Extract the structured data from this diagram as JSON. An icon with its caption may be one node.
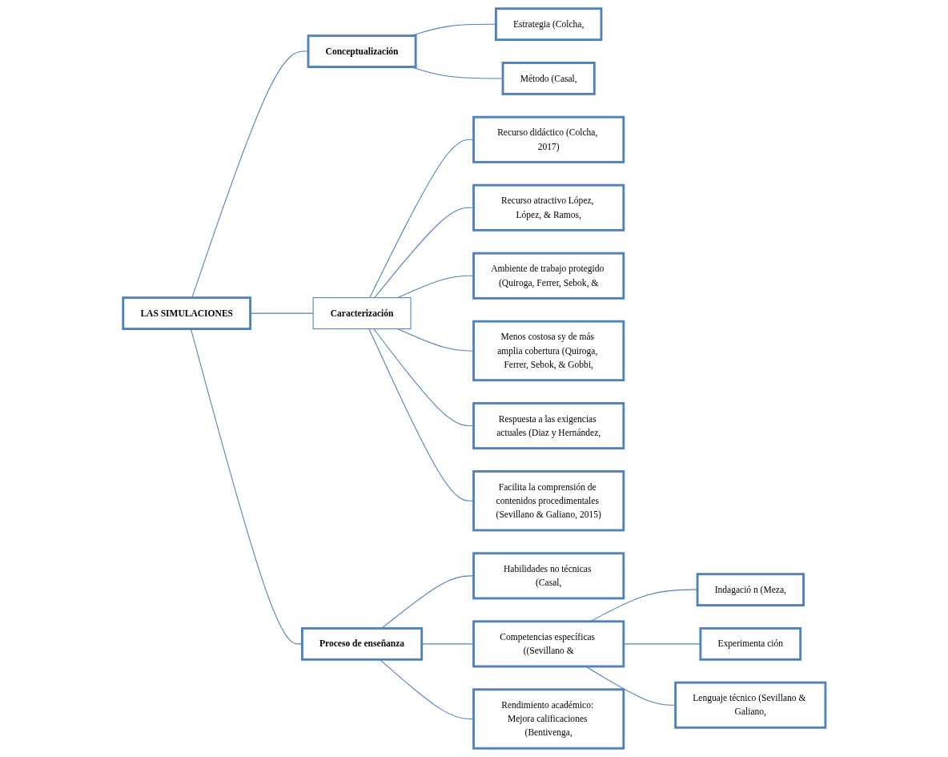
{
  "diagram": {
    "nodes": [
      {
        "text": [
          "LAS SIMULACIONES"
        ]
      },
      {
        "text": [
          "Conceptualización"
        ]
      },
      {
        "text": [
          "Caracterización"
        ]
      },
      {
        "text": [
          "Proceso de enseñanza"
        ]
      },
      {
        "text": [
          "Estrategia (Colcha,"
        ]
      },
      {
        "text": [
          "Método (Casal,"
        ]
      },
      {
        "text": [
          "Recurso didáctico (Colcha, 2017)"
        ]
      },
      {
        "text": [
          "Recurso atractivo López, López, & Ramos,"
        ]
      },
      {
        "text": [
          "Ambiente de trabajo protegido (Quiroga, Ferrer, Sebok, &"
        ]
      },
      {
        "text": [
          "Menos costosa sy de más amplia cobertura (Quiroga, Ferrer, Sebok, & Gobbi,"
        ]
      },
      {
        "text": [
          "Respuesta a las exigencias actuales (Diaz y Hernández,"
        ]
      },
      {
        "text": [
          "Facilita la comprensión de contenidos procedimentales (Sevillano & Galiano, 2015)"
        ]
      },
      {
        "text": [
          "Habilidades no técnicas (Casal,"
        ]
      },
      {
        "text": [
          "Competencias específicas ((Sevillano &"
        ]
      },
      {
        "text": [
          "Rendimiento académico: Mejora calificaciones (Bentivenga,"
        ]
      },
      {
        "text": [
          "Indagació n (Meza,"
        ]
      },
      {
        "text": [
          "Experimenta ción"
        ]
      },
      {
        "text": [
          "Lenguaje técnico (Sevillano & Galiano,"
        ]
      }
    ],
    "edges": [
      {
        "from": 0,
        "to": 1,
        "arrow": "none"
      },
      {
        "from": 0,
        "to": 2,
        "arrow": "none"
      },
      {
        "from": 0,
        "to": 3,
        "arrow": "none"
      },
      {
        "from": 1,
        "to": 4,
        "arrow": "none"
      },
      {
        "from": 1,
        "to": 5,
        "arrow": "none"
      },
      {
        "from": 2,
        "to": 6,
        "arrow": "none"
      },
      {
        "from": 2,
        "to": 7,
        "arrow": "none"
      },
      {
        "from": 2,
        "to": 8,
        "arrow": "none"
      },
      {
        "from": 2,
        "to": 9,
        "arrow": "none"
      },
      {
        "from": 2,
        "to": 10,
        "arrow": "none"
      },
      {
        "from": 2,
        "to": 11,
        "arrow": "none"
      },
      {
        "from": 3,
        "to": 12,
        "arrow": "none"
      },
      {
        "from": 3,
        "to": 13,
        "arrow": "none"
      },
      {
        "from": 3,
        "to": 14,
        "arrow": "none"
      },
      {
        "from": 13,
        "to": 15,
        "arrow": "none"
      },
      {
        "from": 13,
        "to": 16,
        "arrow": "none"
      },
      {
        "from": 13,
        "to": 17,
        "arrow": "none"
      }
    ]
  }
}
